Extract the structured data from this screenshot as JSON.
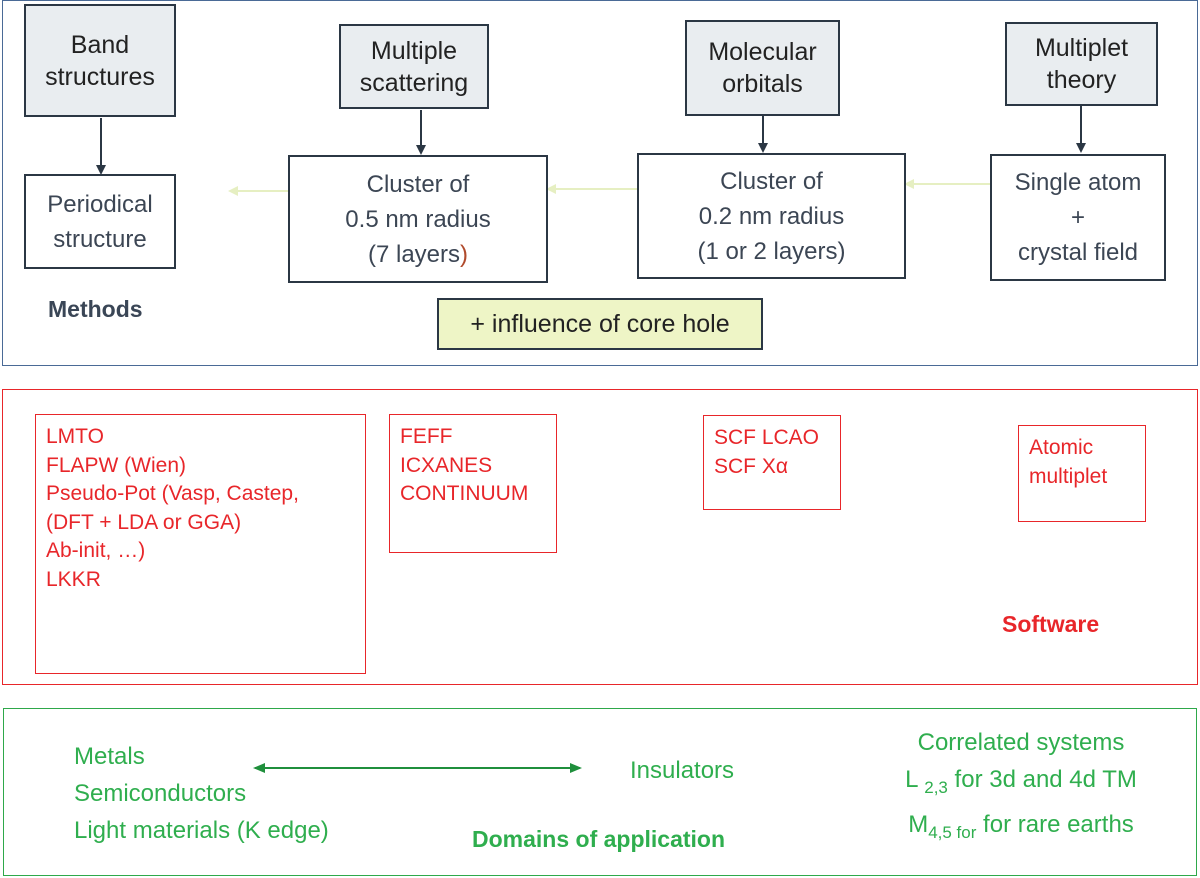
{
  "methods": {
    "headers": [
      {
        "label": "Band\nstructures"
      },
      {
        "label": "Multiple\nscattering"
      },
      {
        "label": "Molecular\norbitals"
      },
      {
        "label": "Multiplet\ntheory"
      }
    ],
    "boxes": [
      {
        "label": "Periodical\nstructure"
      },
      {
        "label": "Cluster of\n0.5 nm radius\n(7 layers",
        "suffix": ")"
      },
      {
        "label": "Cluster of\n0.2 nm radius\n(1 or 2 layers)"
      },
      {
        "label": "Single atom\n+\ncrystal field"
      }
    ],
    "section_label": "Methods",
    "core_hole_note": "+ influence of core hole"
  },
  "software": {
    "groups": [
      {
        "lines": [
          "LMTO",
          "FLAPW (Wien)",
          "Pseudo-Pot (Vasp, Castep,",
          "(DFT + LDA or GGA)",
          "Ab-init, …)",
          "LKKR"
        ]
      },
      {
        "lines": [
          "FEFF",
          "ICXANES",
          "CONTINUUM"
        ]
      },
      {
        "lines": [
          "SCF  LCAO",
          "SCF  Xα"
        ]
      },
      {
        "lines": [
          "Atomic",
          "multiplet"
        ]
      }
    ],
    "section_label": "Software"
  },
  "domains": {
    "left_list": [
      "Metals",
      "Semiconductors",
      "Light materials (K edge)"
    ],
    "middle": "Insulators",
    "right": {
      "line1": "Correlated systems",
      "line2_prefix": "L",
      "line2_sub": "2,3",
      "line2_suffix": "  for 3d and 4d TM",
      "line3_prefix": "M",
      "line3_sub": "4,5 for",
      "line3_suffix": " for rare earths"
    },
    "section_label": "Domains of application"
  },
  "colors": {
    "methods_border": "#4a6a96",
    "software_red": "#e8262a",
    "domains_green": "#2fae4e",
    "header_fill": "#e9edf0",
    "core_hole_fill": "#eef5c6",
    "connector_arrow": "#e6efc2"
  }
}
